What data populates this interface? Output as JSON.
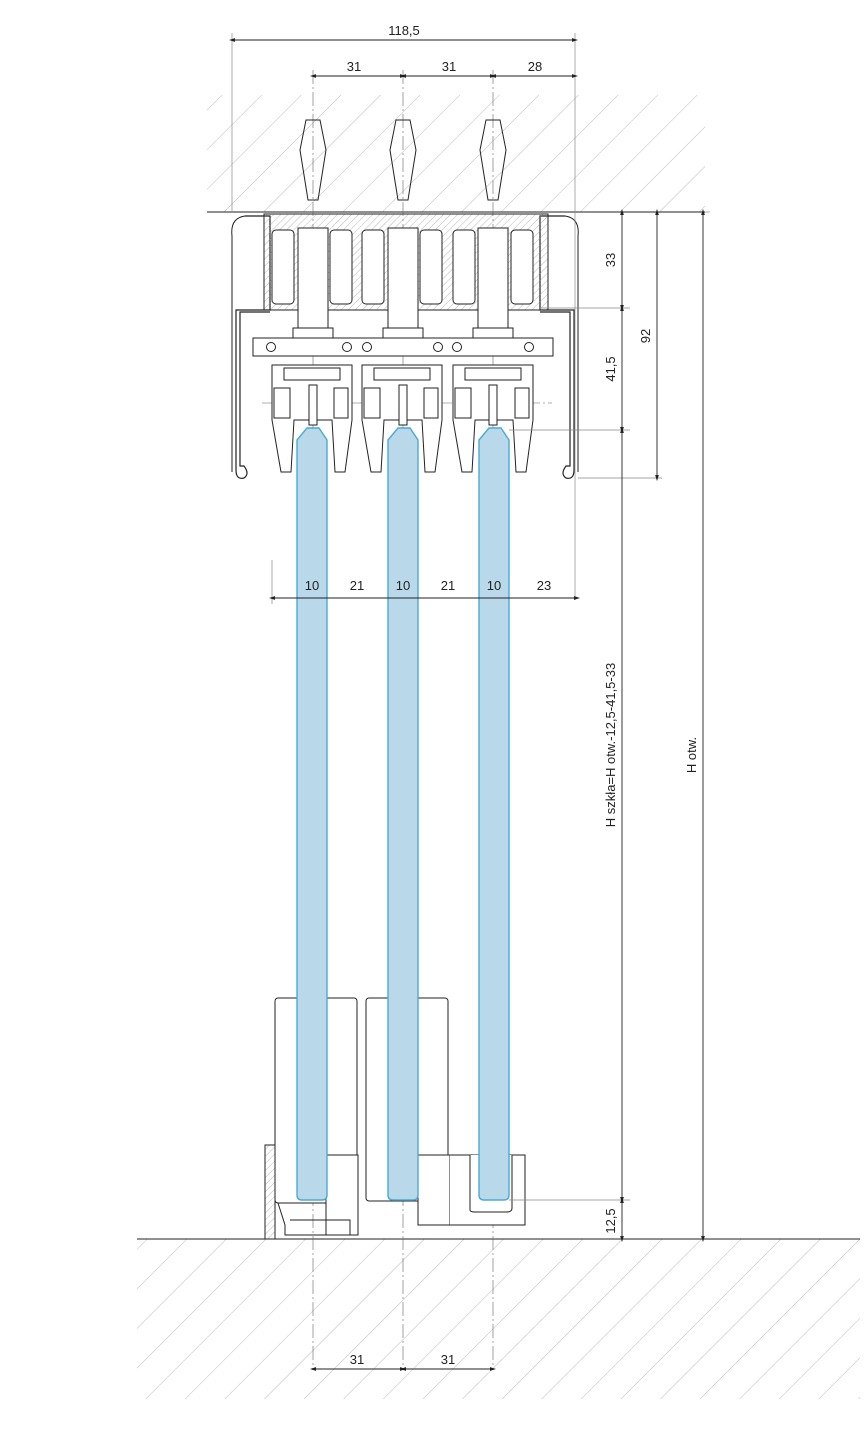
{
  "title": "Sliding glass door system cross-section (3 tracks)",
  "dimensions": {
    "overall_width": "118,5",
    "top_spacing": [
      "31",
      "31",
      "28"
    ],
    "glass_row": [
      "10",
      "21",
      "10",
      "21",
      "10",
      "23"
    ],
    "right_33": "33",
    "right_41_5": "41,5",
    "right_92": "92",
    "glass_height_formula": "H szkła=H otw.-12,5-41,5-33",
    "bottom_gap": "12,5",
    "opening_height": "H otw.",
    "bottom_spacing": [
      "31",
      "31"
    ]
  },
  "colors": {
    "glass_fill": "#b9d8ea",
    "glass_edge": "#4aaad6",
    "line": "#222222"
  }
}
